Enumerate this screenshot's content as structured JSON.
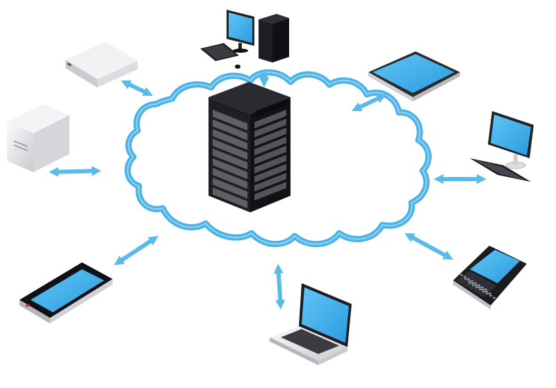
{
  "diagram": {
    "hub": {
      "name": "server-rack",
      "label": ""
    },
    "nodes": [
      {
        "id": "desktop-tower",
        "icon": "desktop-computer-icon"
      },
      {
        "id": "tablet",
        "icon": "tablet-icon"
      },
      {
        "id": "desktop-monitor",
        "icon": "desktop-monitor-icon"
      },
      {
        "id": "smartphone-qwerty",
        "icon": "qwerty-phone-icon"
      },
      {
        "id": "laptop",
        "icon": "laptop-icon"
      },
      {
        "id": "smartphone",
        "icon": "smartphone-icon"
      },
      {
        "id": "tower-server",
        "icon": "tower-server-icon"
      },
      {
        "id": "network-appliance",
        "icon": "network-appliance-icon"
      }
    ],
    "connections": "bidirectional"
  },
  "colors": {
    "cloud_stroke": "#4cb3e6",
    "cloud_fill": "#ffffff",
    "arrow": "#5bbbe8",
    "screen": "#3fb2ee",
    "rack": "#1e1f24",
    "device_dark": "#23242a",
    "device_silver": "#e6e7ea"
  }
}
